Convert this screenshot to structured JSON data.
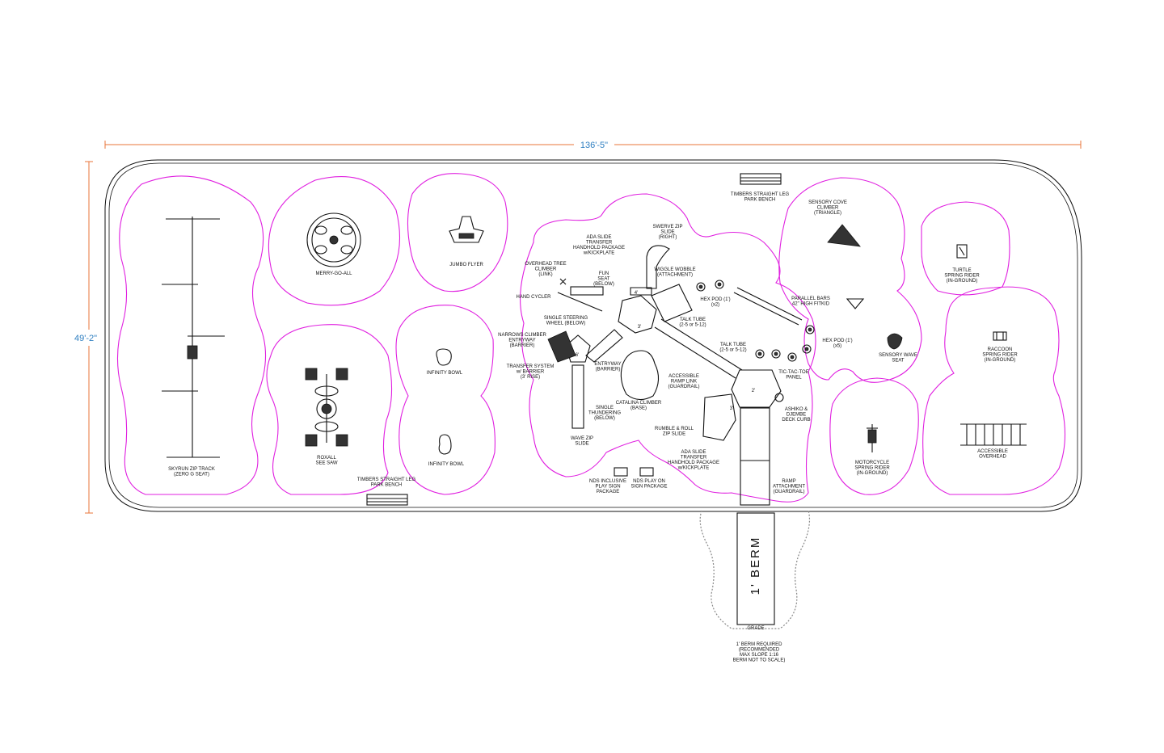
{
  "dimensions": {
    "width": "136'-5\"",
    "height": "49'-2\""
  },
  "colors": {
    "dimension_line": "#e8743a",
    "dimension_text": "#2f7fc1",
    "use_zone": "#e020e0",
    "linework": "#111111"
  },
  "berm": {
    "height_label": "1' BERM",
    "grade_label": "GRADE",
    "note": [
      "1' BERM REQUIRED",
      "(RECOMMENDED",
      "MAX SLOPE 1:16",
      "BERM NOT TO SCALE)"
    ]
  },
  "labels": {
    "skyrun": [
      "SKYRUN ZIP TRACK",
      "(ZERO G SEAT)"
    ],
    "merry": [
      "MERRY-GO-ALL"
    ],
    "roxall": [
      "ROXALL",
      "SEE SAW"
    ],
    "jumbo": [
      "JUMBO FLYER"
    ],
    "bowl1": [
      "INFINITY BOWL"
    ],
    "bowl2": [
      "INFINITY BOWL"
    ],
    "bench_left": [
      "TIMBERS STRAIGHT LEG",
      "PARK BENCH"
    ],
    "bench_top": [
      "TIMBERS STRAIGHT LEG",
      "PARK BENCH"
    ],
    "ada_top": [
      "ADA SLIDE",
      "TRANSFER",
      "HANDHOLD PACKAGE",
      "w/KICKPLATE"
    ],
    "swerve": [
      "SWERVE ZIP",
      "SLIDE",
      "(RIGHT)"
    ],
    "fun_seat": [
      "FUN",
      "SEAT",
      "(BELOW)"
    ],
    "overhead_tree": [
      "OVERHEAD TREE",
      "CLIMBER",
      "(LINK)"
    ],
    "wiggle": [
      "WIGGLE WOBBLE",
      "(ATTACHMENT)"
    ],
    "hex_pod_x2": [
      "HEX POD (1')",
      "(x2)"
    ],
    "hand_cycler": [
      "HAND CYCLER"
    ],
    "steering": [
      "SINGLE STEERING",
      "WHEEL (BELOW)"
    ],
    "talk_tube1": [
      "TALK TUBE",
      "(2-5 or 5-12)"
    ],
    "narrows": [
      "NARROWS CLIMBER",
      "ENTRYWAY",
      "(BARRIER)"
    ],
    "transfer": [
      "TRANSFER SYSTEM",
      "w/ BARRIER",
      "(3' RISE)"
    ],
    "entryway": [
      "ENTRYWAY",
      "(BARRIER)"
    ],
    "thundering": [
      "SINGLE",
      "THUNDERING",
      "(BELOW)"
    ],
    "catalina": [
      "CATALINA CLIMBER",
      "(BASE)"
    ],
    "wave_zip": [
      "WAVE ZIP",
      "SLIDE"
    ],
    "accessible_ramp": [
      "ACCESSIBLE",
      "RAMP LINK",
      "(GUARDRAIL)"
    ],
    "talk_tube2": [
      "TALK TUBE",
      "(2-5 or 5-12)"
    ],
    "tic_tac": [
      "TIC-TAC-TOE",
      "PANEL"
    ],
    "ashiko": [
      "ASHIKO &",
      "DJEMBE",
      "DECK CURB"
    ],
    "rumble": [
      "RUMBLE & ROLL",
      "ZIP SLIDE"
    ],
    "ada_bottom": [
      "ADA SLIDE",
      "TRANSFER",
      "HANDHOLD PACKAGE",
      "w/KICKPLATE"
    ],
    "ramp_attach": [
      "RAMP",
      "ATTACHMENT",
      "(GUARDRAIL)"
    ],
    "nds_incl": [
      "NDS INCLUSIVE",
      "PLAY SIGN",
      "PACKAGE"
    ],
    "nds_play": [
      "NDS PLAY ON",
      "SIGN PACKAGE"
    ],
    "sensory_cove": [
      "SENSORY COVE",
      "CLIMBER",
      "(TRIANGLE)"
    ],
    "parallel": [
      "PARALLEL BARS",
      "42\" HIGH FITKID"
    ],
    "hex_pod_x5": [
      "HEX POD (1')",
      "(x5)"
    ],
    "sensory_wave": [
      "SENSORY WAVE",
      "SEAT"
    ],
    "motorcycle": [
      "MOTORCYCLE",
      "SPRING RIDER",
      "(IN-GROUND)"
    ],
    "turtle": [
      "TURTLE",
      "SPRING RIDER",
      "(IN-GROUND)"
    ],
    "raccoon": [
      "RACCOON",
      "SPRING RIDER",
      "(IN-GROUND)"
    ],
    "overhead": [
      "ACCESSIBLE",
      "OVERHEAD"
    ]
  },
  "deck_heights": {
    "d1": "4'",
    "d2": "3'",
    "d3": "6'",
    "d4": "2'",
    "d5": "3'"
  }
}
